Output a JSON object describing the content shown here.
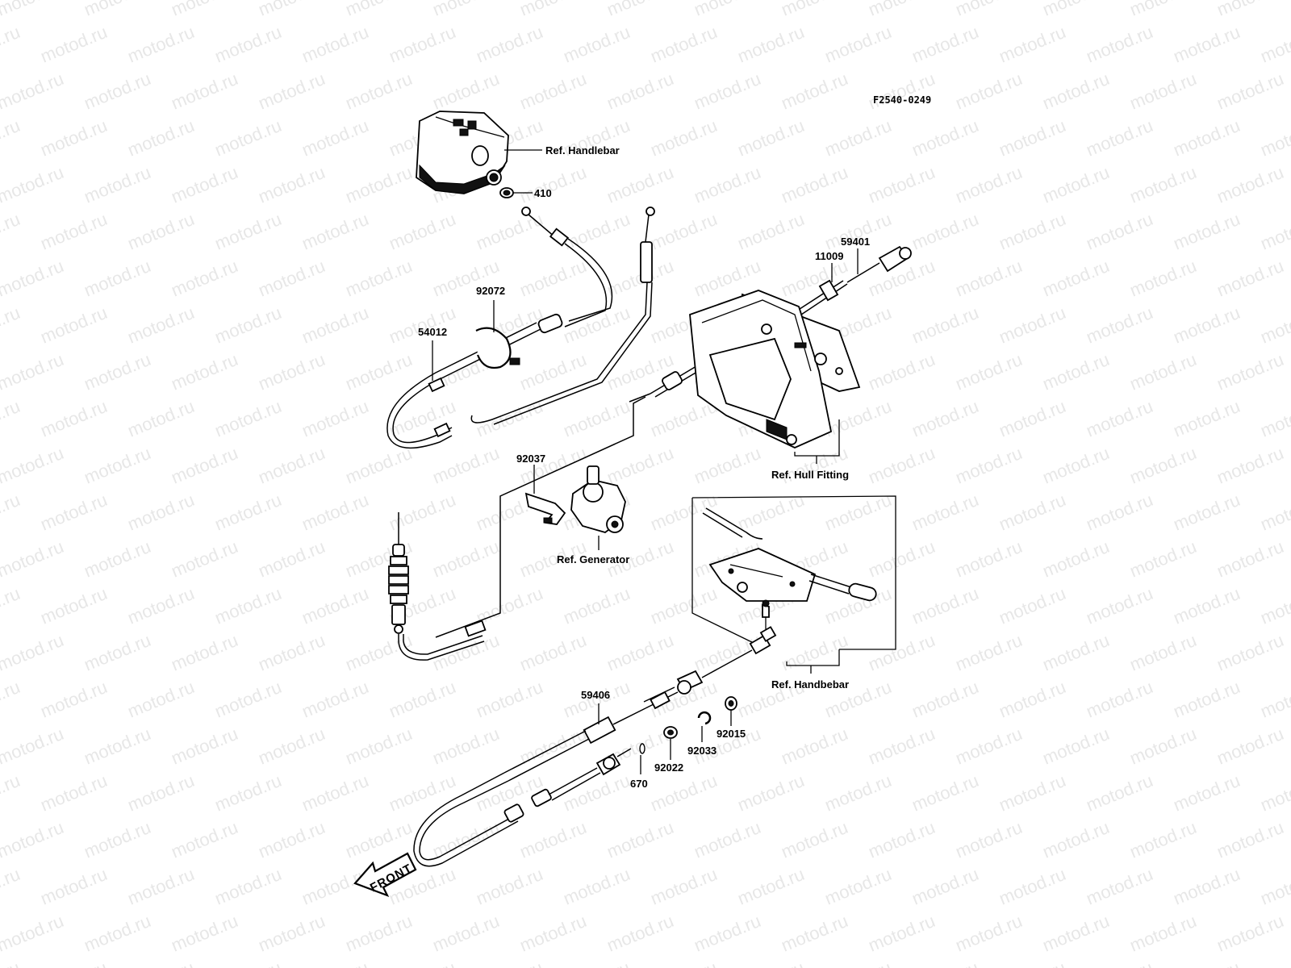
{
  "diagram": {
    "code": "F2540-0249",
    "watermark_text": "motod.ru",
    "front_label": "FRONT",
    "labels": {
      "ref_handlebar_top": "Ref. Handlebar",
      "p410": "410",
      "p92072": "92072",
      "p54012": "54012",
      "p59401": "59401",
      "p11009": "11009",
      "ref_hull_fitting": "Ref. Hull Fitting",
      "p92037": "92037",
      "ref_generator": "Ref. Generator",
      "ref_handlebar_bottom": "Ref. Handbebar",
      "p59406": "59406",
      "p92015": "92015",
      "p92033": "92033",
      "p92022": "92022",
      "p670": "670"
    }
  }
}
